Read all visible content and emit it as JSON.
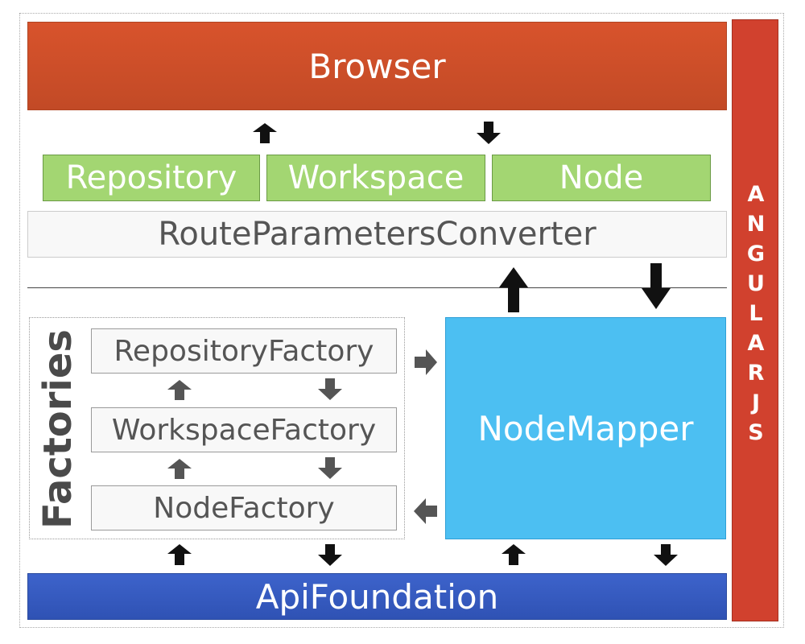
{
  "layers": {
    "browser": "Browser",
    "route_parameters": [
      "Repository",
      "Workspace",
      "Node"
    ],
    "converter": "RouteParametersConverter",
    "factories_label": "Factories",
    "factories": [
      "RepositoryFactory",
      "WorkspaceFactory",
      "NodeFactory"
    ],
    "mapper": "NodeMapper",
    "foundation": "ApiFoundation",
    "framework": "ANGULARJS"
  },
  "colors": {
    "browser": "#d8532c",
    "route_parameters": "#a3d672",
    "mapper": "#4cbff2",
    "foundation": "#3d63cb",
    "framework": "#d1412e",
    "arrow_dark": "#111111",
    "arrow_grey": "#555555"
  }
}
